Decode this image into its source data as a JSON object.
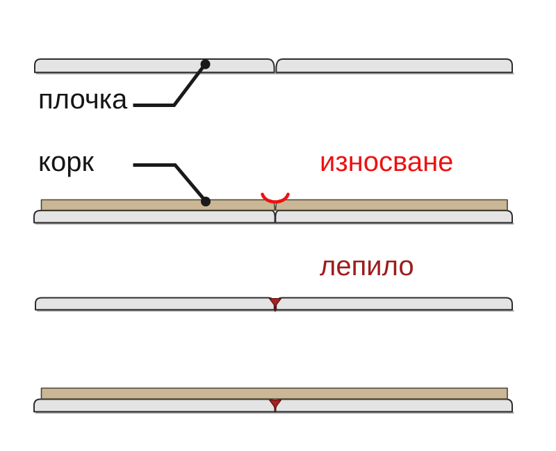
{
  "labels": {
    "tile": "плочка",
    "cork": "корк",
    "wear": "износване",
    "glue": "лепило"
  },
  "marks": {
    "wear_mark": "red wear squiggle above joint",
    "glue_mark": "dark red glue wedge in joint",
    "callout_dot": "black leader-line dot"
  },
  "colors": {
    "background": "#ffffff",
    "tile-fill": "#e4e4e4",
    "tile-outline": "#2c2c2c",
    "cork-fill": "#c9b795",
    "cork-outline": "#4b4337",
    "shadow": "#a9a9a9",
    "callout": "#1a1a1a",
    "wear-red": "#ee1111",
    "glue-fill": "#aa2222",
    "glue-dark": "#5f1212",
    "label-black": "#151515",
    "glue-text": "#9e1c1c"
  }
}
